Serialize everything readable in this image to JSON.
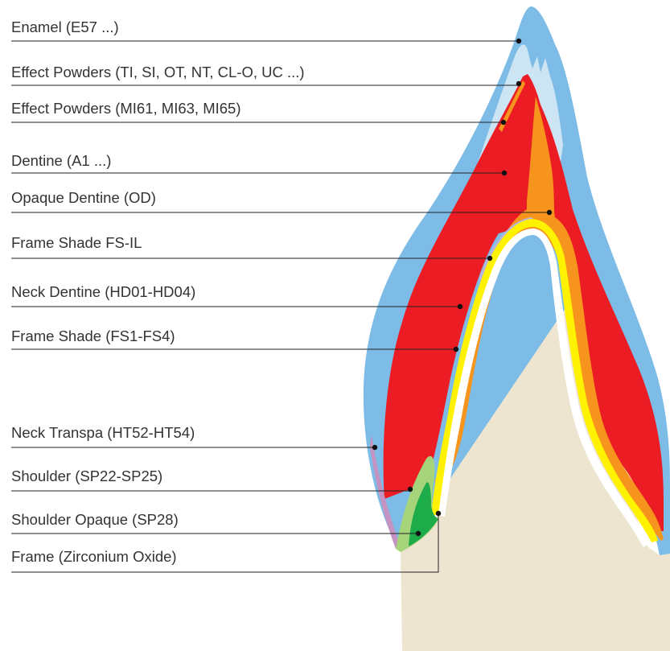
{
  "colors": {
    "enamel": "#7dbce6",
    "effect_powder_light": "#cce4f3",
    "dentine": "#ec1c24",
    "opaque_dentine": "#f7941d",
    "frame_shade_il": "#b7b5dc",
    "frame_shade": "#fff200",
    "neck_transpa": "#c493c1",
    "shoulder": "#a6d47a",
    "shoulder_opaque": "#1eab4a",
    "frame": "#ede5d0",
    "text": "#333333",
    "leader": "#222222"
  },
  "labels": [
    {
      "id": "enamel",
      "text": "Enamel (E57 ...)"
    },
    {
      "id": "effect-powders-ti",
      "text": "Effect Powders (TI, SI, OT, NT, CL-O, UC ...)"
    },
    {
      "id": "effect-powders-mi",
      "text": "Effect Powders (MI61, MI63, MI65)"
    },
    {
      "id": "dentine",
      "text": "Dentine (A1 ...)"
    },
    {
      "id": "opaque-dentine",
      "text": "Opaque Dentine (OD)"
    },
    {
      "id": "frame-shade-fs-il",
      "text": "Frame Shade FS-IL"
    },
    {
      "id": "neck-dentine",
      "text": "Neck Dentine (HD01-HD04)"
    },
    {
      "id": "frame-shade-fs1-fs4",
      "text": "Frame Shade (FS1-FS4)"
    },
    {
      "id": "neck-transpa",
      "text": "Neck Transpa (HT52-HT54)"
    },
    {
      "id": "shoulder",
      "text": "Shoulder (SP22-SP25)"
    },
    {
      "id": "shoulder-opaque",
      "text": "Shoulder Opaque (SP28)"
    },
    {
      "id": "frame",
      "text": "Frame (Zirconium Oxide)"
    }
  ]
}
